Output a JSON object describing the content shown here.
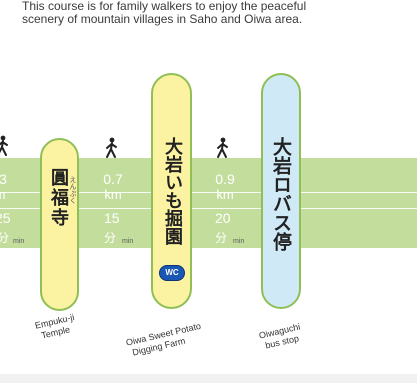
{
  "intro": {
    "line1": "This course is for family walkers to enjoy the peaceful",
    "line2": "scenery of mountain villages in Saho and Oiwa area."
  },
  "colors": {
    "band": "#c3dd9d",
    "temple_fill": "#fbf3a2",
    "temple_border": "#8fbf55",
    "farm_fill": "#fbf3a2",
    "farm_border": "#8fbf55",
    "bus_fill": "#cfe9f7",
    "bus_border": "#8fbf55",
    "wc_badge": "#1a57b3"
  },
  "left_segment": {
    "dist": "3",
    "unit": "m",
    "time": "25",
    "fen": "分",
    "min": "min"
  },
  "seg1": {
    "dist": "0.7",
    "unit": "km",
    "time": "15",
    "fen": "分",
    "min": "min"
  },
  "seg2": {
    "dist": "0.9",
    "unit": "km",
    "time": "20",
    "fen": "分",
    "min": "min"
  },
  "stops": {
    "temple": {
      "name_jp": "圓福寺",
      "ruby": "えんぷく",
      "caption_line1": "Empuku-ji",
      "caption_line2": "Temple"
    },
    "farm": {
      "name_jp": "大岩いも掘園",
      "badge": "WC",
      "caption_line1": "Oiwa Sweet Potato",
      "caption_line2": "Digging Farm"
    },
    "bus": {
      "name_jp": "大岩ロバス停",
      "caption_line1": "Oiwaguchi",
      "caption_line2": "bus stop"
    }
  },
  "icons": [
    "walker-icon",
    "walker-icon",
    "walker-icon"
  ]
}
